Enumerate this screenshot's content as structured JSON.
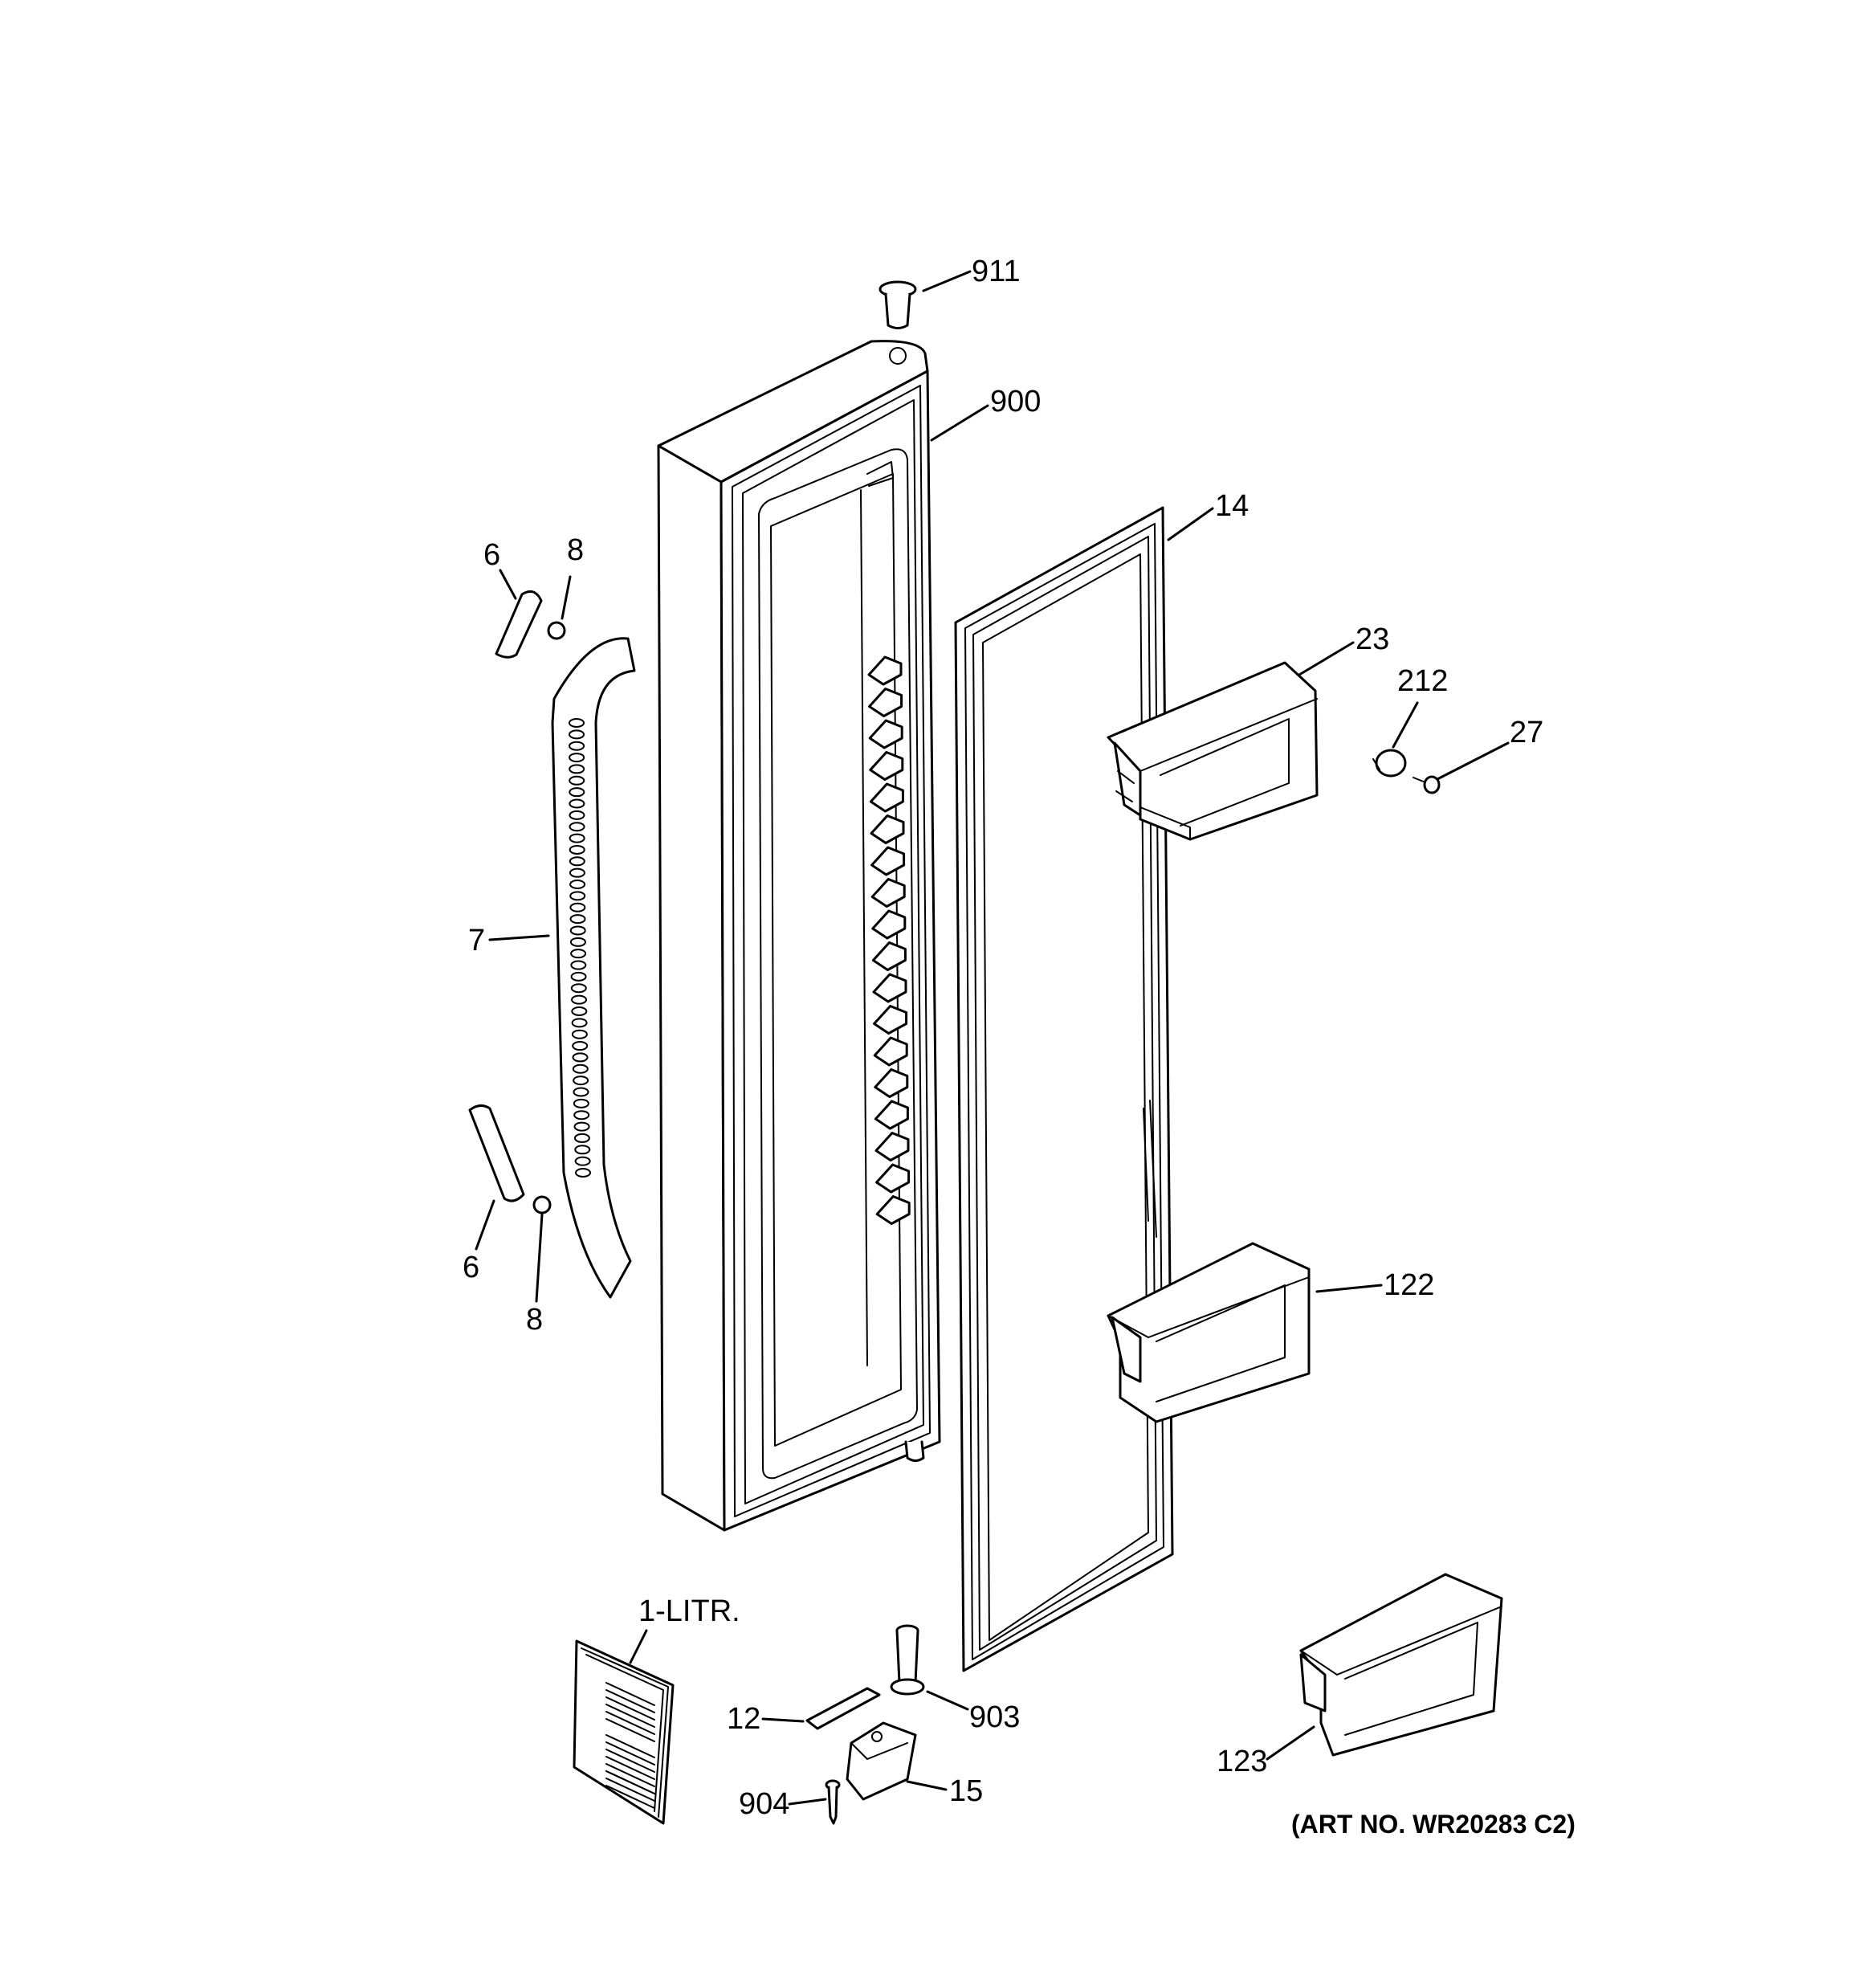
{
  "diagram": {
    "callouts": [
      {
        "id": "911",
        "label": "911"
      },
      {
        "id": "900",
        "label": "900"
      },
      {
        "id": "14",
        "label": "14"
      },
      {
        "id": "6-top",
        "label": "6"
      },
      {
        "id": "8-top",
        "label": "8"
      },
      {
        "id": "23",
        "label": "23"
      },
      {
        "id": "212",
        "label": "212"
      },
      {
        "id": "27",
        "label": "27"
      },
      {
        "id": "7",
        "label": "7"
      },
      {
        "id": "6-bottom",
        "label": "6"
      },
      {
        "id": "8-bottom",
        "label": "8"
      },
      {
        "id": "122",
        "label": "122"
      },
      {
        "id": "1-litr",
        "label": "1-LITR."
      },
      {
        "id": "12",
        "label": "12"
      },
      {
        "id": "903",
        "label": "903"
      },
      {
        "id": "904",
        "label": "904"
      },
      {
        "id": "15",
        "label": "15"
      },
      {
        "id": "123",
        "label": "123"
      }
    ],
    "art_number": "(ART NO. WR20283 C2)"
  }
}
